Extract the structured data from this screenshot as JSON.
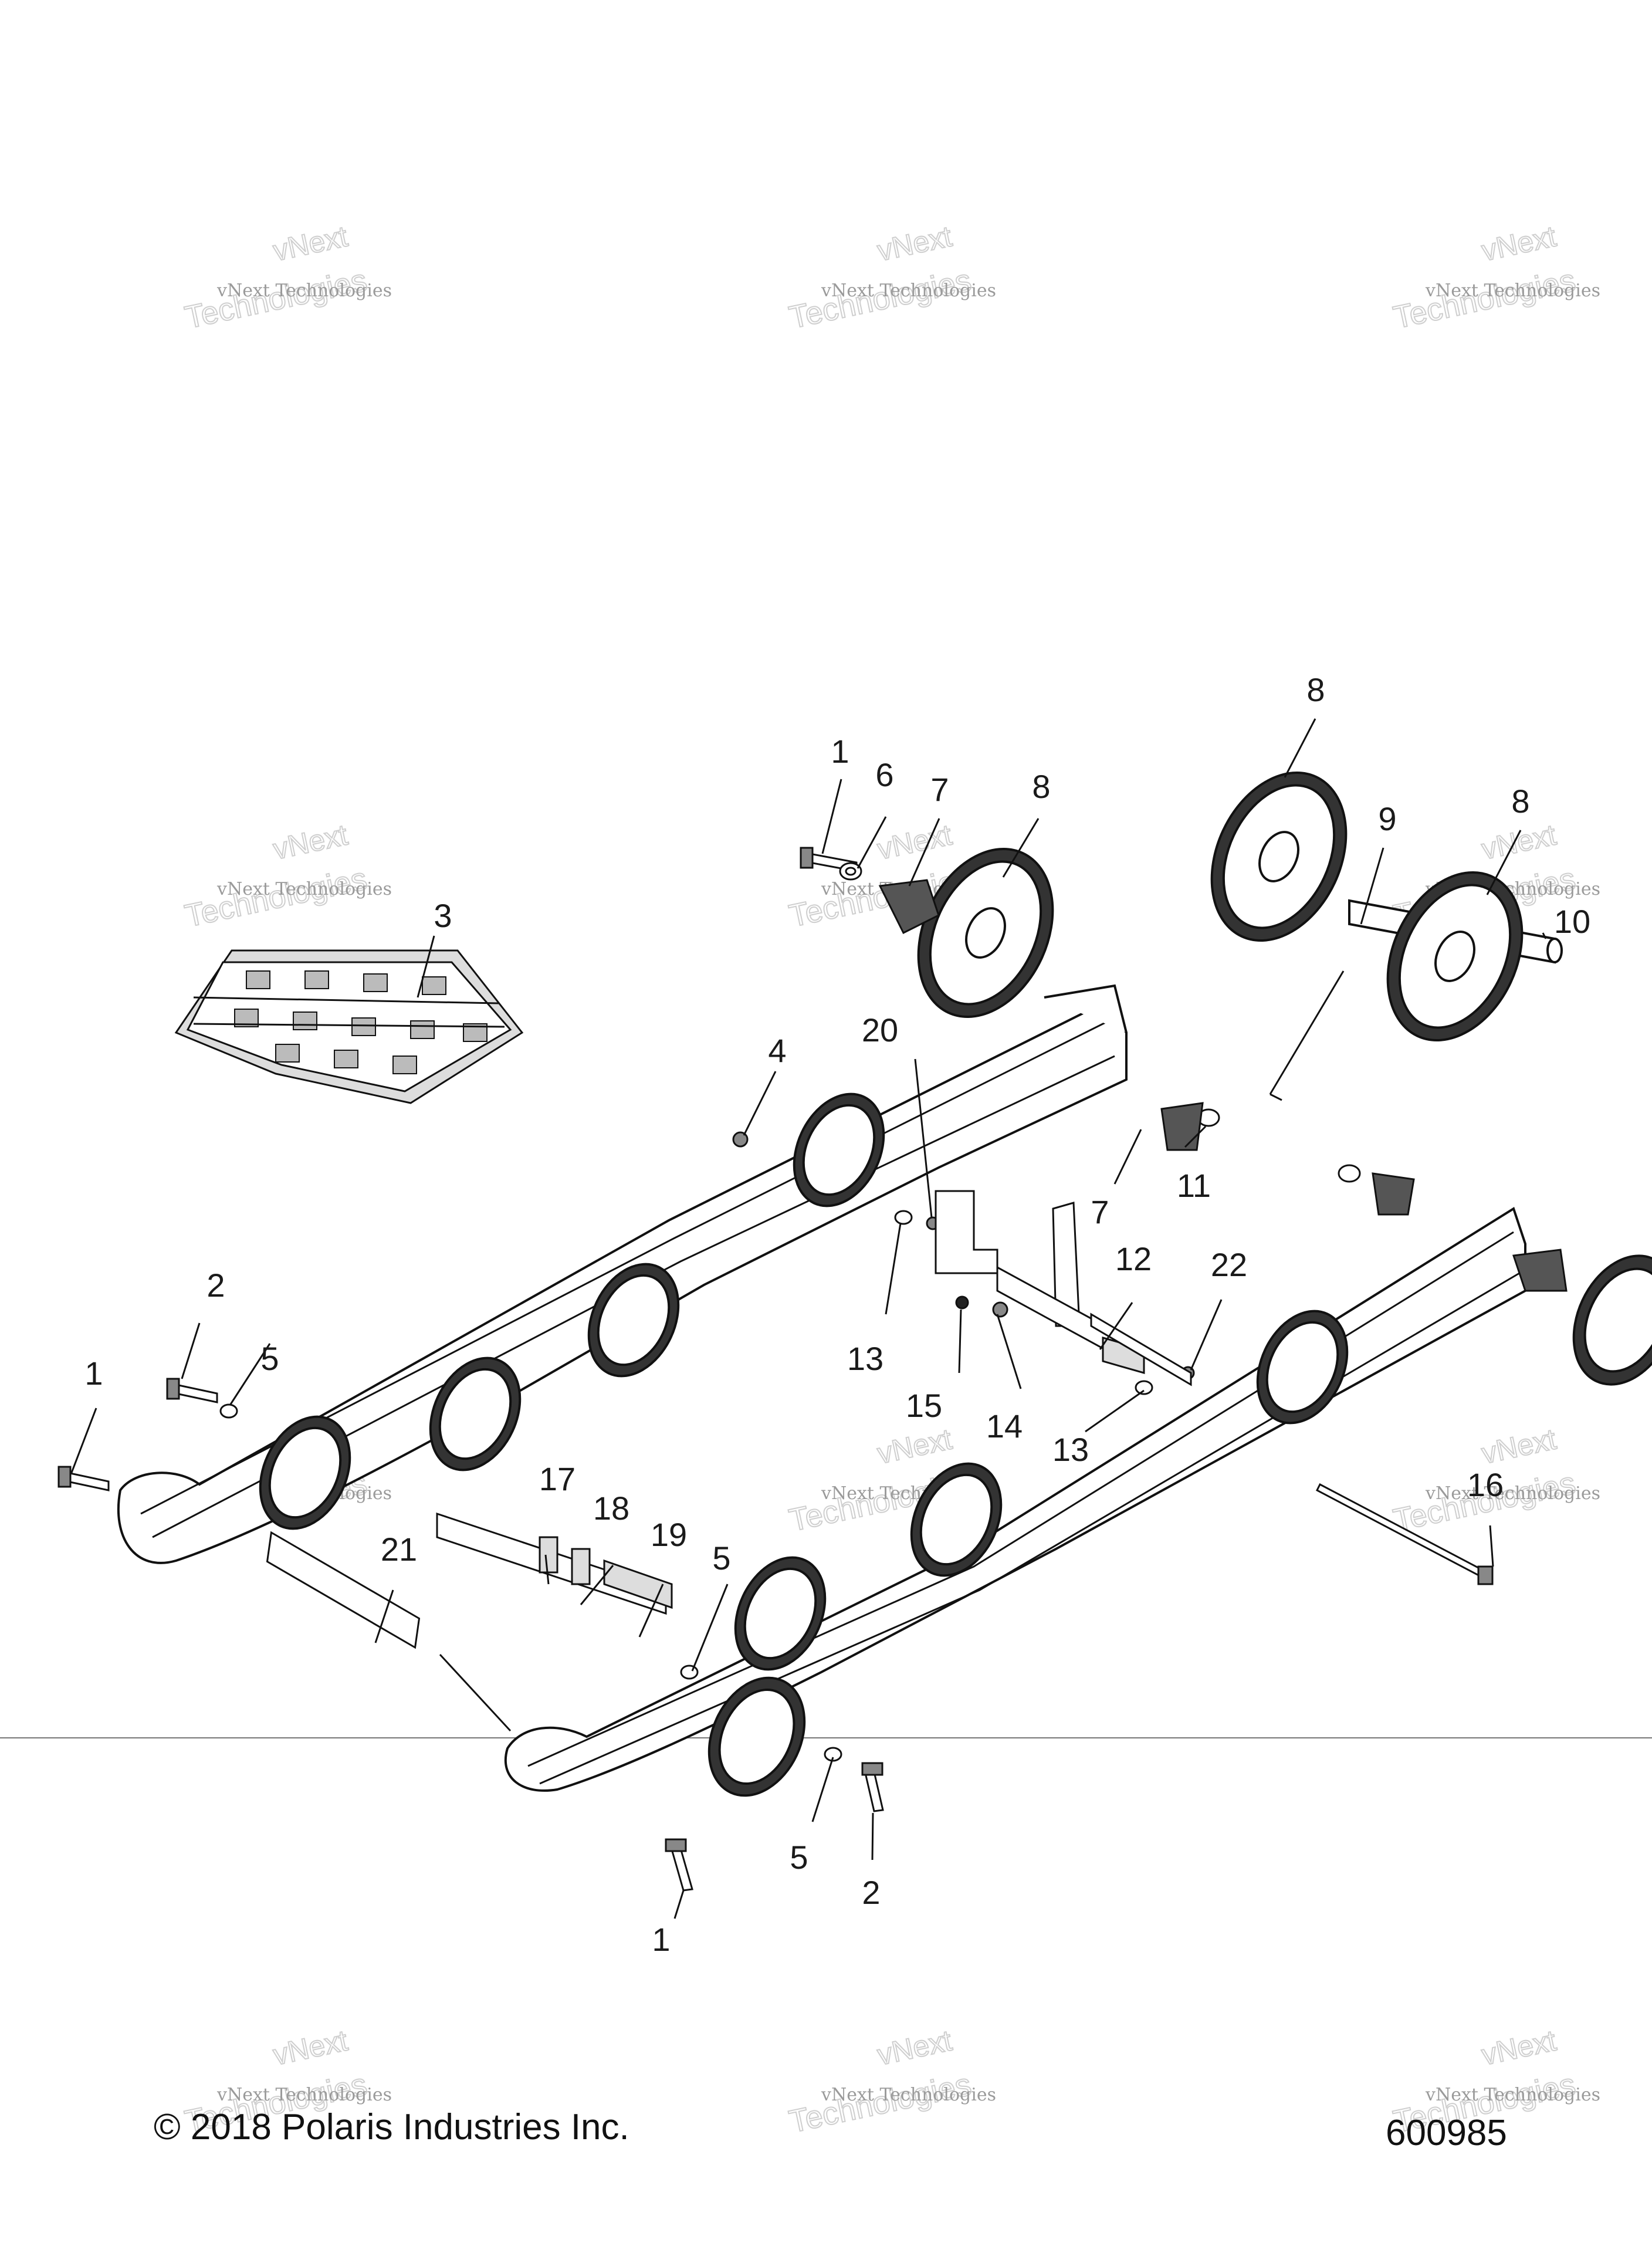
{
  "watermark": {
    "line1": "vNext Technologies",
    "line2": "Technologies",
    "line3": "vNext"
  },
  "callouts": [
    {
      "label": "1"
    },
    {
      "label": "6"
    },
    {
      "label": "7"
    },
    {
      "label": "8"
    },
    {
      "label": "8"
    },
    {
      "label": "9"
    },
    {
      "label": "8"
    },
    {
      "label": "10"
    },
    {
      "label": "3"
    },
    {
      "label": "4"
    },
    {
      "label": "20"
    },
    {
      "label": "7"
    },
    {
      "label": "11"
    },
    {
      "label": "12"
    },
    {
      "label": "22"
    },
    {
      "label": "2"
    },
    {
      "label": "5"
    },
    {
      "label": "13"
    },
    {
      "label": "15"
    },
    {
      "label": "14"
    },
    {
      "label": "13"
    },
    {
      "label": "1"
    },
    {
      "label": "17"
    },
    {
      "label": "18"
    },
    {
      "label": "19"
    },
    {
      "label": "21"
    },
    {
      "label": "5"
    },
    {
      "label": "16"
    },
    {
      "label": "5"
    },
    {
      "label": "2"
    },
    {
      "label": "1"
    }
  ],
  "footer": {
    "copyright": "© 2018 Polaris Industries Inc.",
    "diagram_id": "600985"
  }
}
